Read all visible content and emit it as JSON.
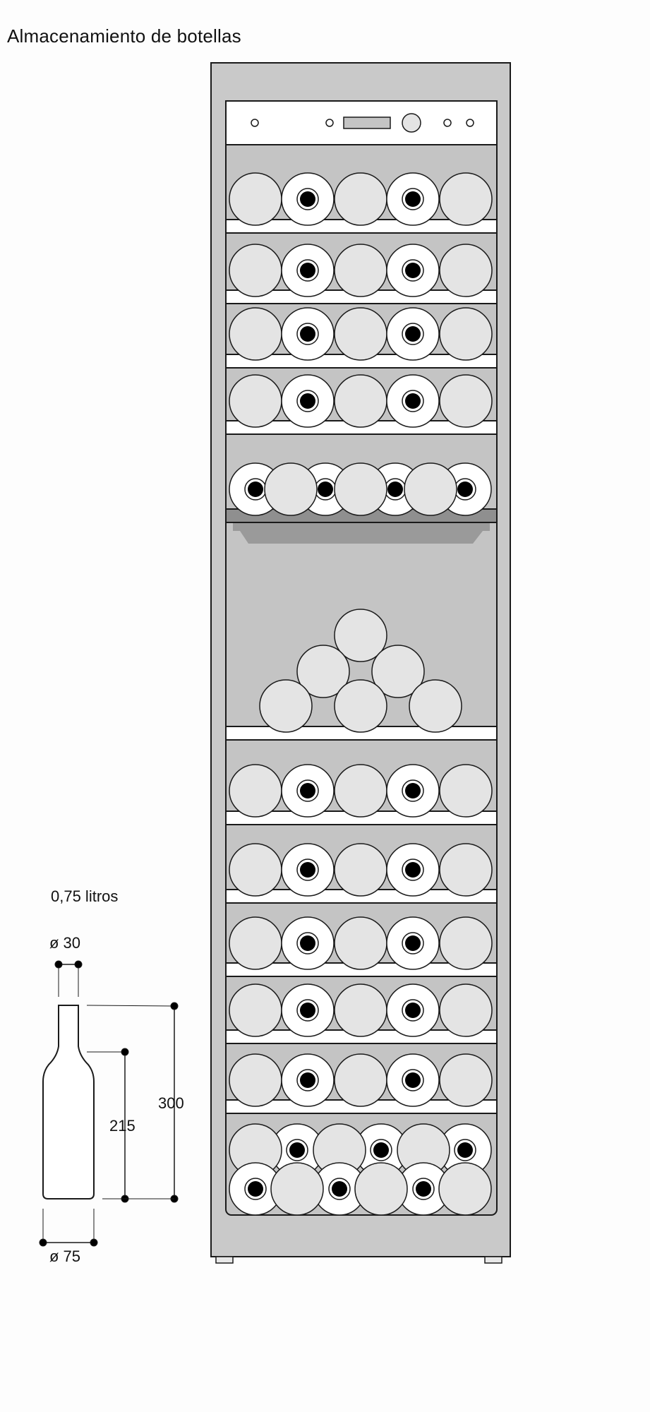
{
  "title": "Almacenamiento de botellas",
  "bottle_spec": {
    "volume_label": "0,75 litros",
    "neck_diameter_label": "ø 30",
    "body_diameter_label": "ø 75",
    "shoulder_height_label": "215",
    "total_height_label": "300"
  },
  "colors": {
    "cabinet_outer": "#c9c9c9",
    "cabinet_inner": "#c4c4c4",
    "shelf": "#ffffff",
    "bottle_bottom": "#e4e4e4",
    "bottle_neck_face": "#ffffff",
    "glass_shelf_dark": "#9a9a9a",
    "outline": "#1a1a1a"
  }
}
